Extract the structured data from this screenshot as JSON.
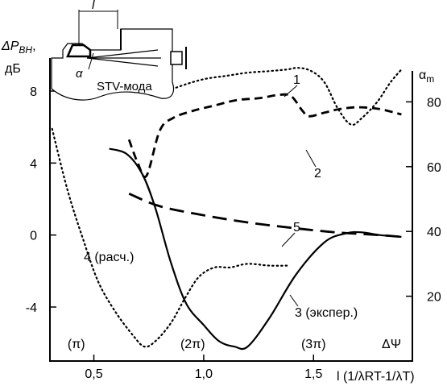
{
  "chart_data": {
    "type": "line",
    "x_axis": {
      "range": [
        0.3,
        1.95
      ],
      "ticks": [
        {
          "value": 0.5,
          "label": "0,5"
        },
        {
          "value": 1.0,
          "label": "1,0"
        },
        {
          "value": 1.5,
          "label": "1,5"
        }
      ],
      "label": "l (1/λRT-1/λT)"
    },
    "y_left": {
      "range": [
        -7,
        11
      ],
      "ticks": [
        {
          "value": 8,
          "label": "8"
        },
        {
          "value": 4,
          "label": "4"
        },
        {
          "value": 0,
          "label": "0"
        },
        {
          "value": -4,
          "label": "-4"
        }
      ],
      "label_main": "ΔP",
      "label_sub": "ВН",
      "label_unit": ",",
      "label_db": "дБ"
    },
    "y_right": {
      "range": [
        0,
        100
      ],
      "ticks": [
        {
          "value": 80,
          "label": "80"
        },
        {
          "value": 60,
          "label": "60"
        },
        {
          "value": 40,
          "label": "40"
        },
        {
          "value": 20,
          "label": "20"
        }
      ],
      "label_main": "α",
      "label_sub": "m"
    },
    "phase_marks": [
      {
        "x": 0.42,
        "label": "(π)"
      },
      {
        "x": 0.95,
        "label": "(2π)"
      },
      {
        "x": 1.5,
        "label": "(3π)"
      }
    ],
    "delta_psi_label": "ΔΨ",
    "series": [
      {
        "name": "1",
        "axis": "right",
        "style": "dotted",
        "x": [
          0.78,
          0.9,
          1.0,
          1.1,
          1.2,
          1.3,
          1.38,
          1.43,
          1.49,
          1.55,
          1.61,
          1.67,
          1.72,
          1.79,
          1.85,
          1.9
        ],
        "y": [
          82,
          85,
          87,
          88,
          89,
          89.5,
          90,
          90.5,
          89.5,
          86,
          78,
          73,
          75,
          80,
          86,
          90
        ]
      },
      {
        "name": "2",
        "axis": "left",
        "style": "dashed",
        "x": [
          0.66,
          0.7,
          0.74,
          0.8,
          0.86,
          0.95,
          1.05,
          1.15,
          1.25,
          1.35,
          1.4,
          1.45,
          1.48,
          1.55,
          1.62,
          1.7,
          1.8,
          1.9
        ],
        "y": [
          5.3,
          4.0,
          3.3,
          5.8,
          6.5,
          6.9,
          7.2,
          7.5,
          7.6,
          7.8,
          7.7,
          6.9,
          6.6,
          6.8,
          7.0,
          7.1,
          7.0,
          6.7
        ]
      },
      {
        "name": "5",
        "axis": "left",
        "style": "long-dashed",
        "x": [
          0.66,
          0.8,
          1.0,
          1.2,
          1.4,
          1.6,
          1.8,
          1.9
        ],
        "y": [
          2.3,
          1.6,
          1.1,
          0.7,
          0.4,
          0.15,
          0.0,
          -0.1
        ]
      },
      {
        "name": "3 (экспер.)",
        "axis": "left",
        "style": "solid",
        "x": [
          0.57,
          0.65,
          0.72,
          0.78,
          0.85,
          0.92,
          1.0,
          1.07,
          1.14,
          1.2,
          1.3,
          1.42,
          1.55,
          1.65,
          1.72,
          1.8,
          1.9
        ],
        "y": [
          4.8,
          4.5,
          3.4,
          1.5,
          -1.5,
          -3.8,
          -5.0,
          -5.9,
          -6.2,
          -6.2,
          -4.6,
          -2.2,
          -0.4,
          0.1,
          0.15,
          0.0,
          -0.1
        ]
      },
      {
        "name": "4 (расч.)",
        "axis": "left",
        "style": "dotted",
        "x": [
          0.31,
          0.38,
          0.45,
          0.52,
          0.6,
          0.68,
          0.73,
          0.78,
          0.85,
          0.92,
          0.98,
          1.05,
          1.12,
          1.2,
          1.3,
          1.39
        ],
        "y": [
          5.9,
          2.5,
          -0.2,
          -2.6,
          -4.3,
          -5.6,
          -6.2,
          -5.9,
          -4.9,
          -3.4,
          -2.3,
          -1.8,
          -1.8,
          -1.6,
          -1.7,
          -1.7
        ]
      }
    ],
    "inset": {
      "dimension_label": "l",
      "angle_label": "α",
      "mode_label": "STV-мода"
    }
  }
}
